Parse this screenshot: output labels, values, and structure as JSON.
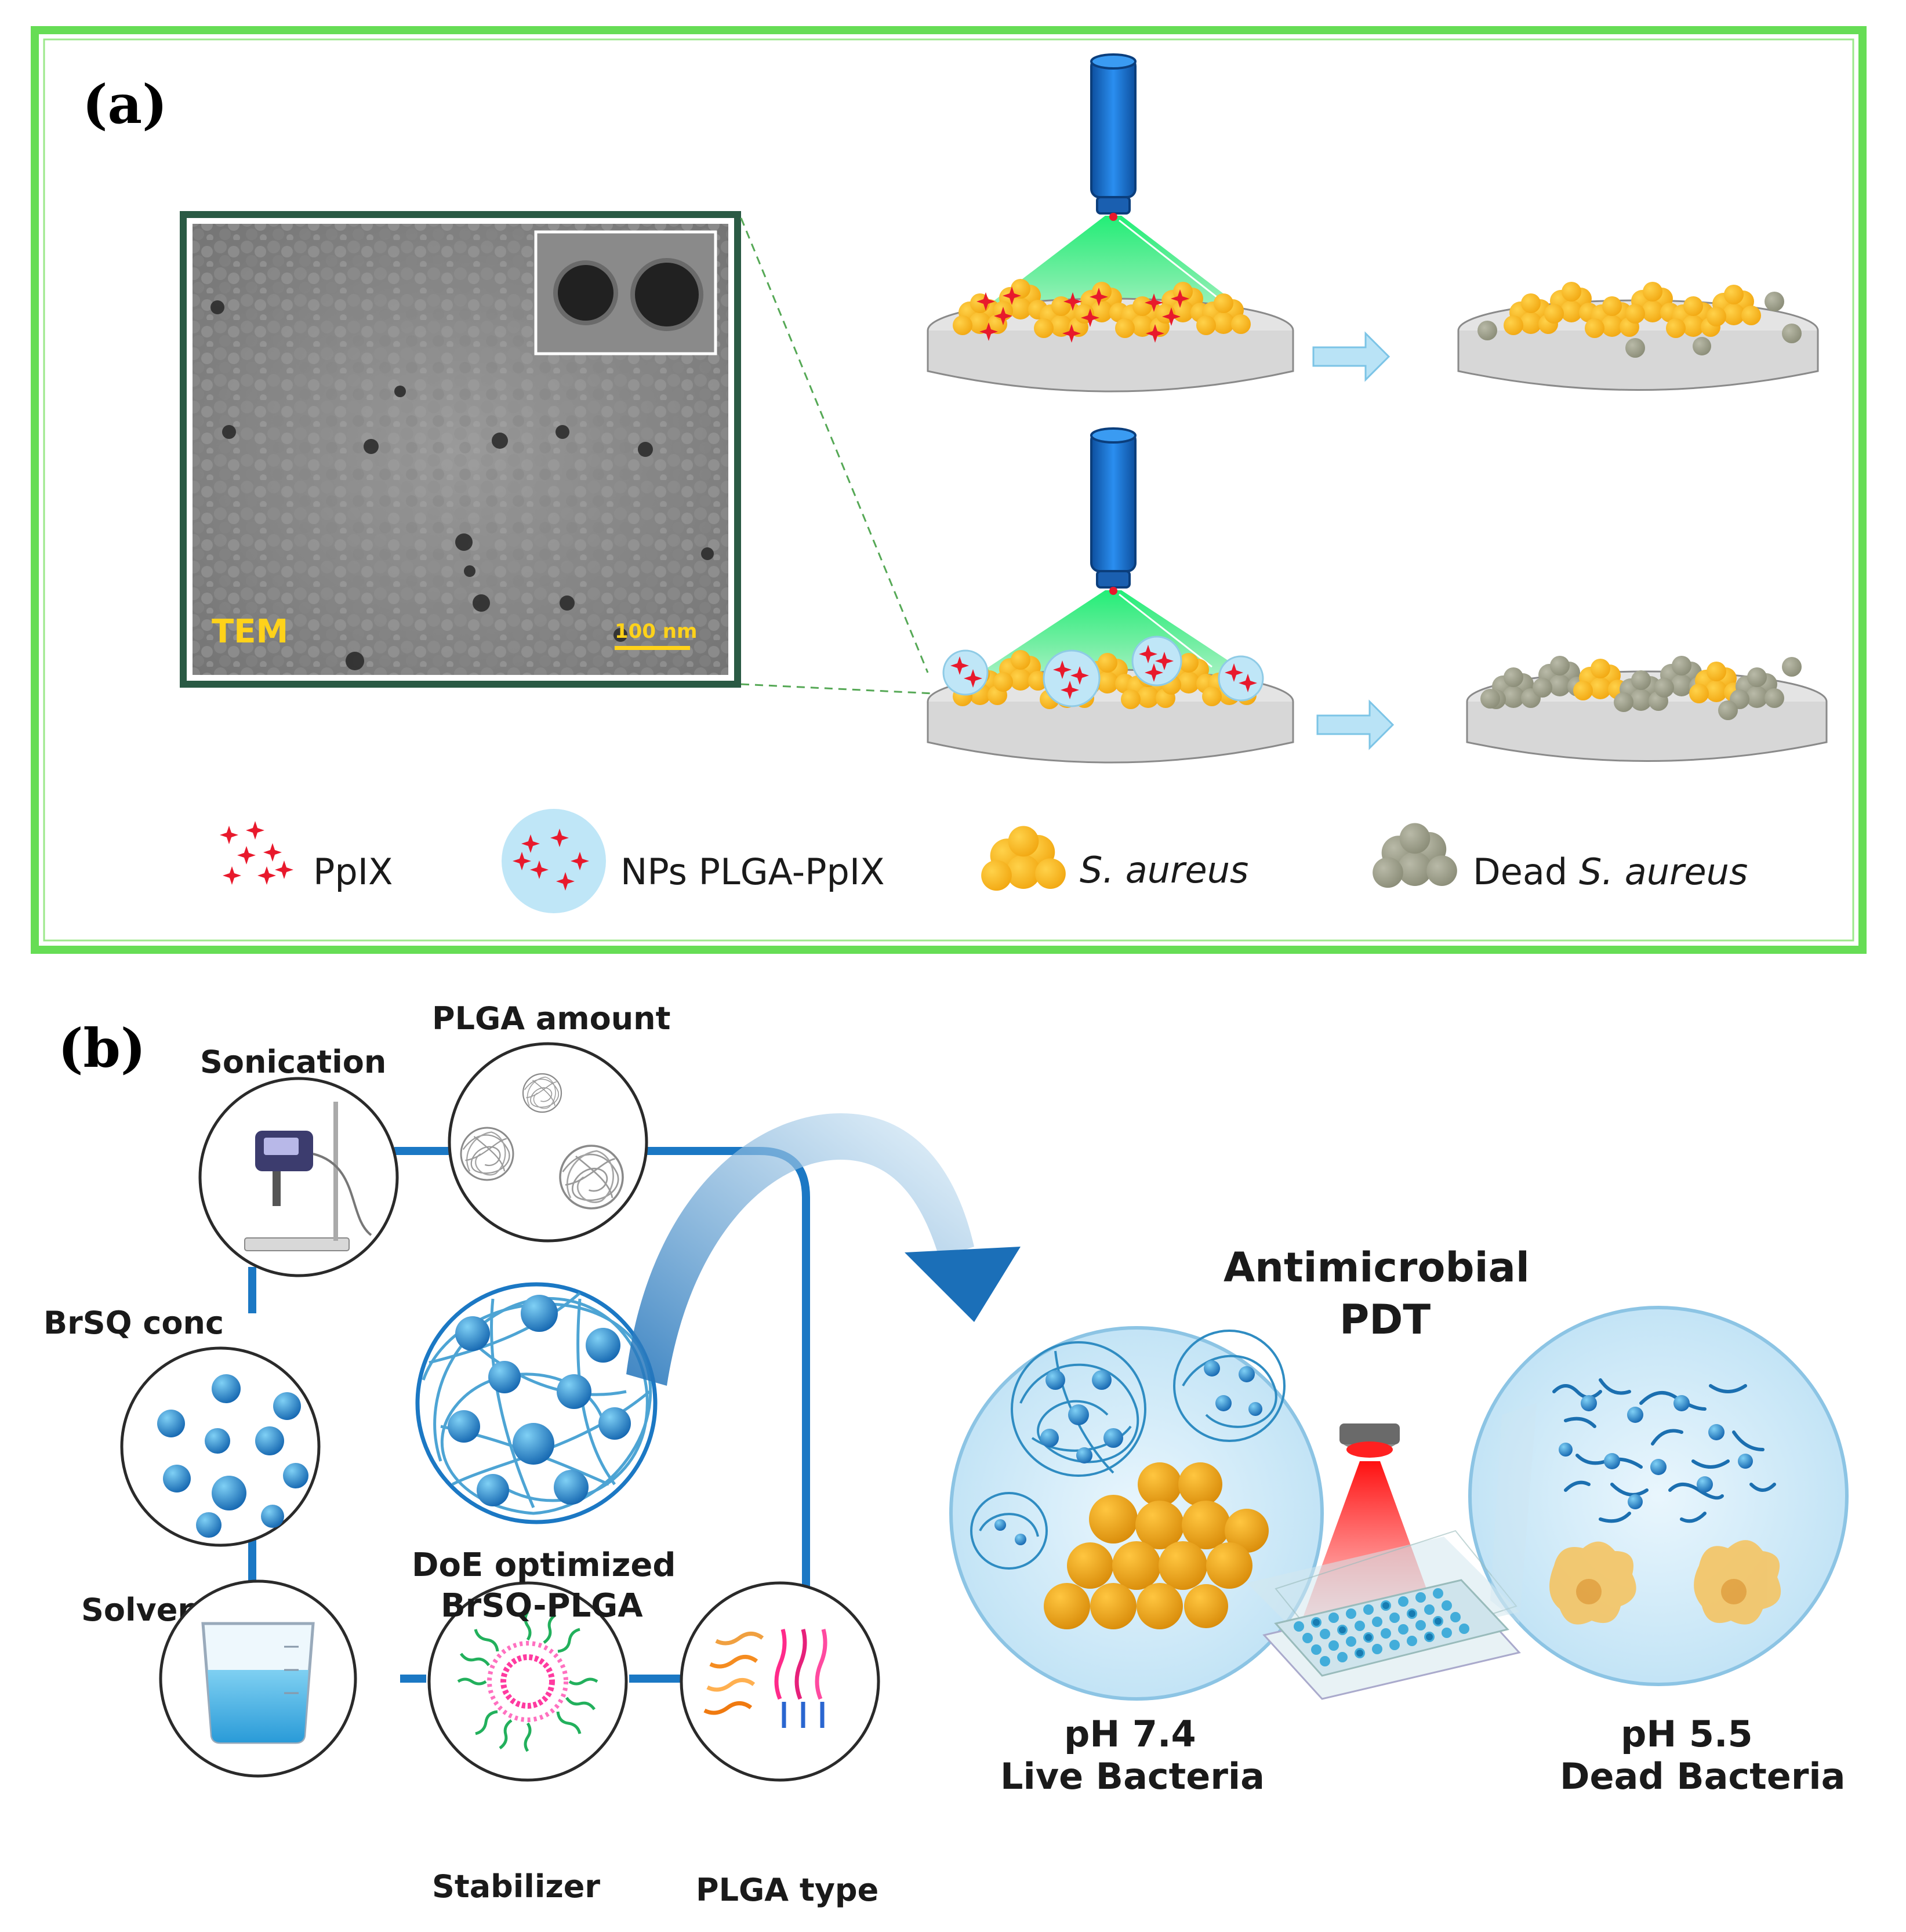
{
  "panel_a": {
    "label": "(a)",
    "tem_label": "TEM",
    "scale_bar": "100 nm",
    "legend": {
      "ppix": "PpIX",
      "nps": "NPs PLGA-PpIX",
      "s_aureus": "S. aureus",
      "dead_prefix": "Dead",
      "dead_species": "S. aureus"
    },
    "colors": {
      "frame_green": "#66dd55",
      "light_beam": "#22e36a",
      "lamp_blue": "#1a74d8",
      "bacteria_yellow": "#f6b31b",
      "dead_gray": "#9a9c88",
      "ppix_red": "#e8192c",
      "np_blue": "#bfe6f7",
      "arrow_blue": "#b9e3f6"
    }
  },
  "panel_b": {
    "label": "(b)",
    "factors": {
      "sonication": "Sonication",
      "plga_amount": "PLGA amount",
      "brsq_conc": "BrSQ conc",
      "solvent": "Solvent",
      "stabilizer": "Stabilizer",
      "plga_type": "PLGA type"
    },
    "center_line1": "DoE optimized",
    "center_line2": "BrSQ-PLGA",
    "title_line1": "Antimicrobial",
    "title_line2": "PDT",
    "left_line1": "pH 7.4",
    "left_line2": "Live Bacteria",
    "right_line1": "pH 5.5",
    "right_line2": "Dead Bacteria",
    "colors": {
      "network_blue": "#1b78c4",
      "sphere_blue": "#2d98d6",
      "red_light": "#ff2020",
      "bacteria_orange": "#f0a21a"
    }
  }
}
